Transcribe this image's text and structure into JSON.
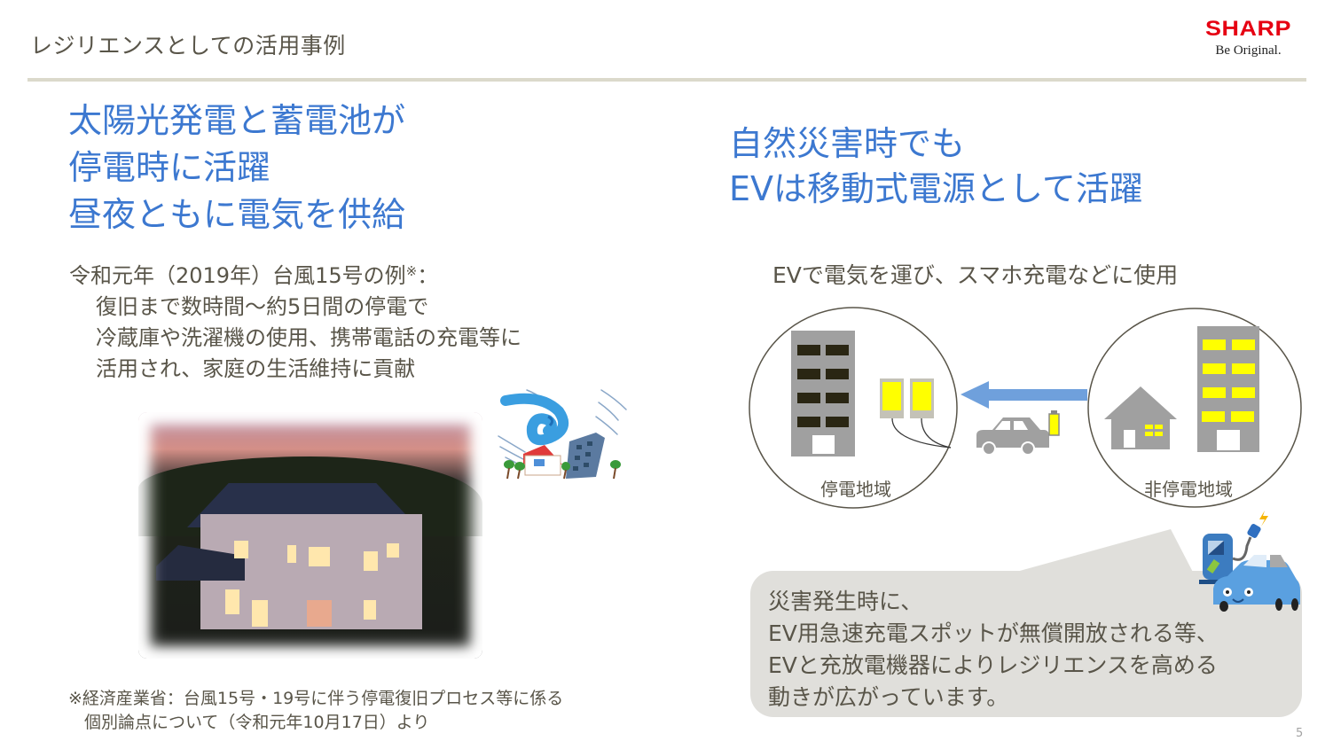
{
  "header": {
    "title": "レジリエンスとしての活用事例",
    "rule_color": "#dbd9cb"
  },
  "logo": {
    "brand": "SHARP",
    "tagline": "Be Original.",
    "brand_color": "#e60012"
  },
  "left": {
    "heading_lines": [
      "太陽光発電と蓄電池が",
      "停電時に活躍",
      "昼夜ともに電気を供給"
    ],
    "heading_color": "#3c78d0",
    "body": {
      "intro": "令和元年（2019年）台風15号の例",
      "intro_mark": "※",
      "intro_colon": "：",
      "lines": [
        "復旧まで数時間〜約5日間の停電で",
        "冷蔵庫や洗濯機の使用、携帯電話の充電等に",
        "活用され、家庭の生活維持に貢献"
      ]
    },
    "photo_alt": "solar-house-at-dusk",
    "illustration_alt": "typhoon-illustration",
    "footnote_lines": [
      "※経済産業省：台風15号・19号に伴う停電復旧プロセス等に係る",
      "個別論点について（令和元年10月17日）より"
    ]
  },
  "right": {
    "heading_lines": [
      "自然災害時でも",
      "EVは移動式電源として活躍"
    ],
    "heading_color": "#3c78d0",
    "subheading": "EVで電気を運び、スマホ充電などに使用",
    "diagram": {
      "outage_label": "停電地域",
      "non_outage_label": "非停電地域",
      "arrow_color": "#6fa0dc",
      "lit_color": "#ffff00",
      "building_color": "#a0a0a0",
      "dark_window_color": "#2a2613"
    },
    "callout_lines": [
      "災害発生時に、",
      "EV用急速充電スポットが無償開放される等、",
      "EVと充放電機器によりレジリエンスを高める",
      "動きが広がっています。"
    ],
    "callout_bg": "#e0dfdb"
  },
  "page_number": "5"
}
